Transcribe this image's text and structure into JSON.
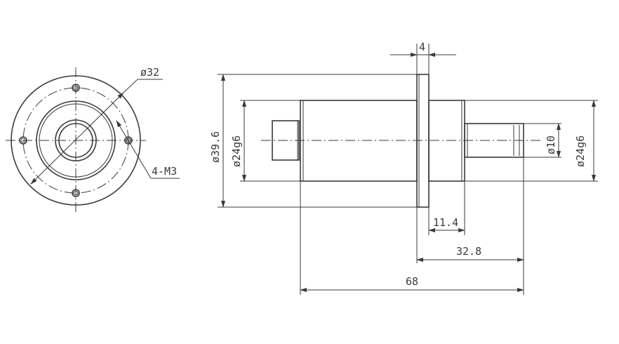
{
  "front_view": {
    "pcd_label": "ø32",
    "thread_label": "4-M3"
  },
  "side_view": {
    "flange_thickness_label": "4",
    "flange_diameter_label": "ø39.6",
    "body_diameter_label": "ø24g6",
    "pilot_diameter_label": "ø24g6",
    "shaft_diameter_label": "ø10",
    "pilot_length_label": "11.4",
    "shaft_length_label": "32.8",
    "overall_length_label": "68"
  }
}
